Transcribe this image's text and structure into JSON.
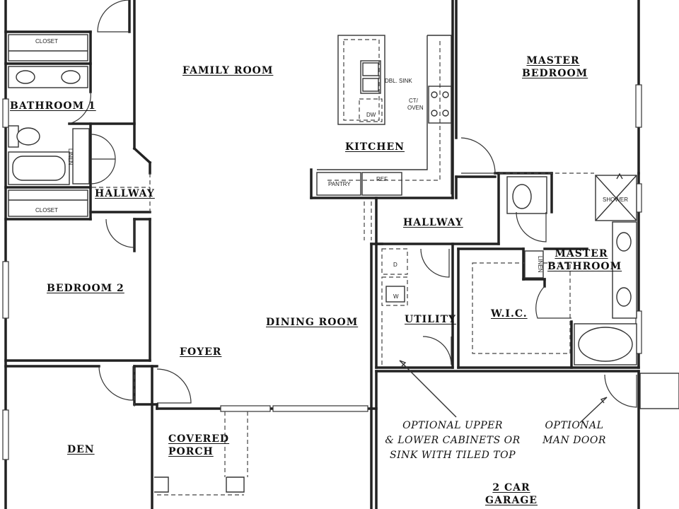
{
  "rooms": {
    "closet_top": "CLOSET",
    "bathroom1": "BATHROOM 1",
    "linen_left": "LINEN",
    "hallway_left": "HALLWAY",
    "closet_mid": "CLOSET",
    "bedroom2": "BEDROOM 2",
    "family_room": "FAMILY ROOM",
    "kitchen": "KITCHEN",
    "dining_room": "DINING ROOM",
    "foyer": "FOYER",
    "den": "DEN",
    "covered_porch": [
      "COVERED",
      "PORCH"
    ],
    "master_bedroom": [
      "MASTER",
      "BEDROOM"
    ],
    "hallway_right": "HALLWAY",
    "master_bathroom": [
      "MASTER",
      "BATHROOM"
    ],
    "linen_right": "LINEN",
    "wic": "W.I.C.",
    "utility": "UTILITY",
    "garage": [
      "2 CAR",
      "GARAGE"
    ]
  },
  "fixtures": {
    "dbl_sink": "DBL. SINK",
    "ct_oven": [
      "CT/",
      "OVEN"
    ],
    "dw": "DW",
    "pantry": "PANTRY",
    "ref": "REF",
    "shower": "SHOWER",
    "dryer": "D",
    "washer": "W"
  },
  "notes": {
    "cabinets": [
      "OPTIONAL UPPER",
      "& LOWER CABINETS OR",
      "SINK WITH TILED TOP"
    ],
    "man_door": [
      "OPTIONAL",
      "MAN DOOR"
    ]
  }
}
